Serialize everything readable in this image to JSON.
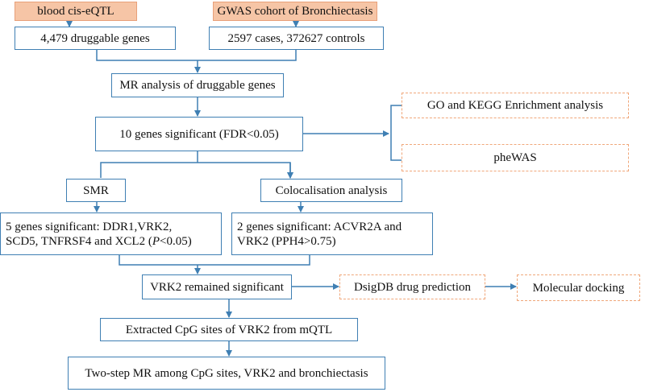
{
  "colors": {
    "primary_border": "#3f7fb3",
    "connector": "#3f7fb3",
    "highlight_fill": "#f6c5a6",
    "dashed_border": "#f0a77a"
  },
  "nodes": {
    "eqtl_source": "blood cis-eQTL",
    "gwas_source": "GWAS cohort of  Bronchiectasis",
    "druggable_genes": "4,479 druggable genes",
    "gwas_samples": "2597 cases, 372627 controls",
    "mr_analysis": "MR analysis of  druggable genes",
    "significant_genes": "10 genes significant (FDR<0.05)",
    "go_kegg": "GO and KEGG Enrichment analysis",
    "phewas": "pheWAS",
    "smr": "SMR",
    "colocalisation": "Colocalisation analysis",
    "smr_result_line1": "5 genes significant: DDR1,VRK2,",
    "smr_result_line2_a": "SCD5, TNFRSF4 and XCL2 (",
    "smr_result_line2_p": "P",
    "smr_result_line2_b": "<0.05)",
    "coloc_result_line1": "2 genes significant: ACVR2A and",
    "coloc_result_line2": "VRK2 (PPH4>0.75)",
    "vrk2_significant": "VRK2 remained significant",
    "dsigdb": "DsigDB drug prediction",
    "docking": "Molecular docking",
    "cpg_sites": "Extracted CpG sites of VRK2 from mQTL",
    "two_step_mr": "Two-step MR among CpG sites, VRK2 and bronchiectasis"
  }
}
